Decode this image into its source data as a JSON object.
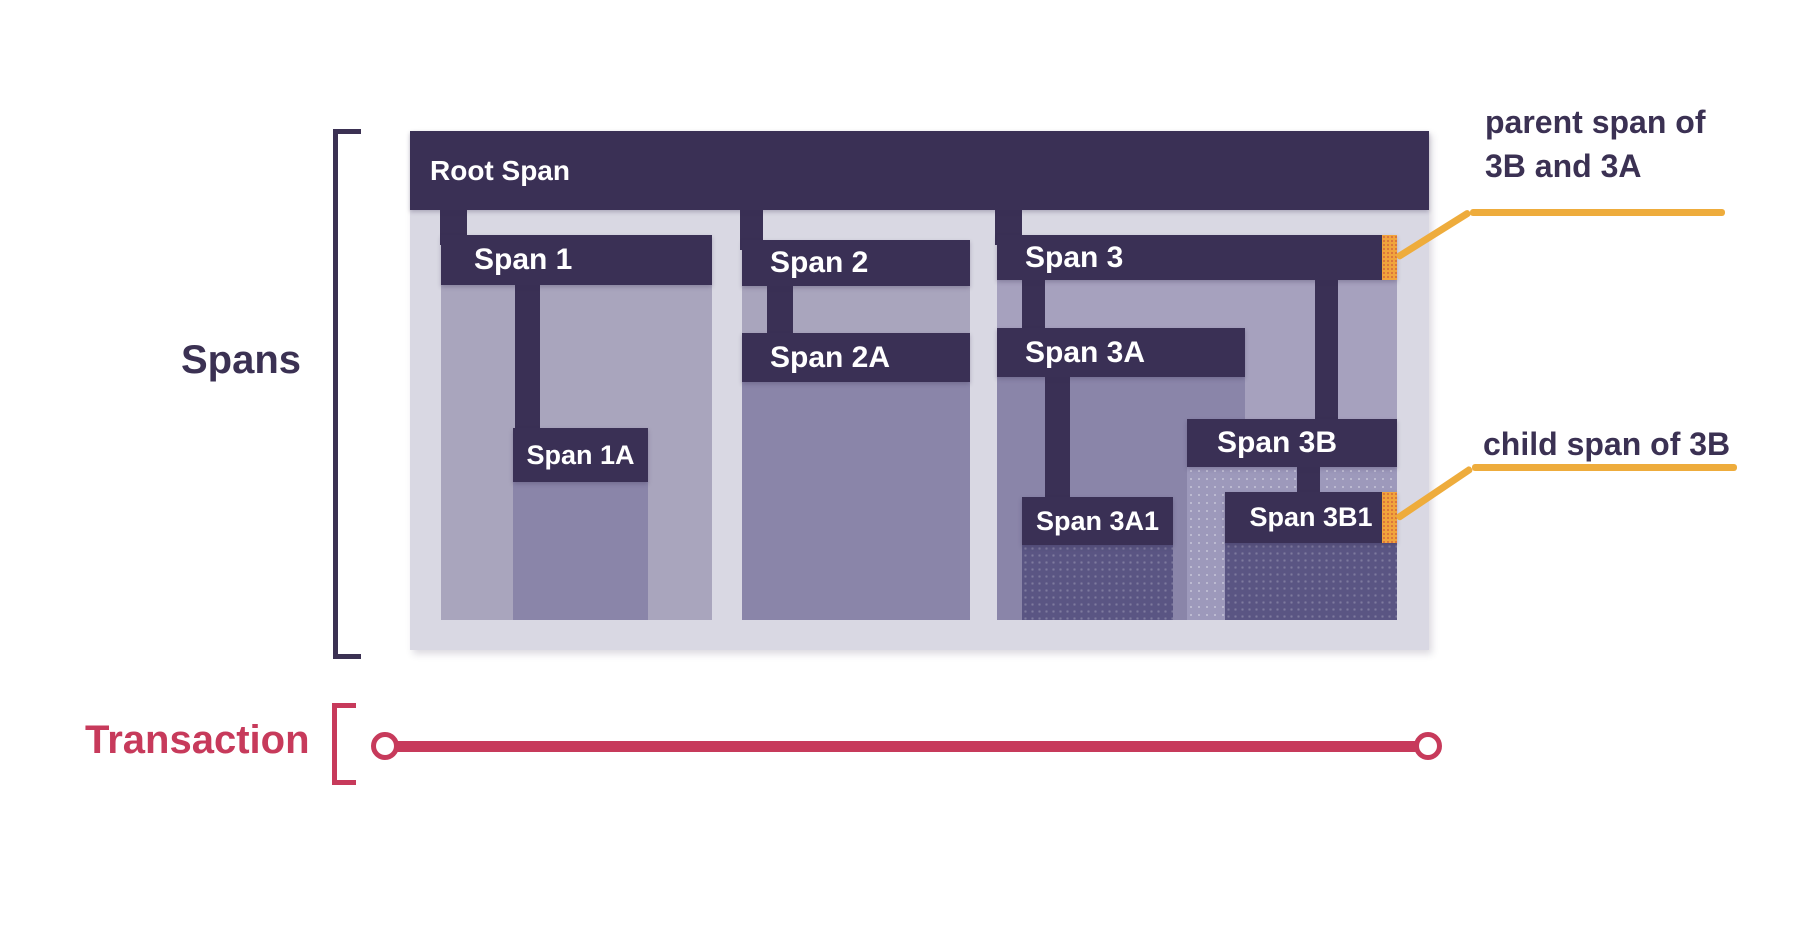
{
  "section_labels": {
    "spans": "Spans",
    "transaction": "Transaction"
  },
  "spans": {
    "root": {
      "label": "Root Span"
    },
    "s1": {
      "label": "Span 1"
    },
    "s1a": {
      "label": "Span 1A"
    },
    "s2": {
      "label": "Span 2"
    },
    "s2a": {
      "label": "Span 2A"
    },
    "s3": {
      "label": "Span 3"
    },
    "s3a": {
      "label": "Span 3A"
    },
    "s3a1": {
      "label": "Span 3A1"
    },
    "s3b": {
      "label": "Span 3B"
    },
    "s3b1": {
      "label": "Span 3B1"
    }
  },
  "annotations": {
    "parent_span": {
      "line1": "parent span of",
      "line2": "3B and 3A"
    },
    "child_span": {
      "text": "child span of 3B"
    }
  },
  "colors": {
    "span_bar": "#3A3055",
    "panel": "#D9D8E3",
    "duration_light": "#A9A5BD",
    "duration_medium": "#8A85A9",
    "duration_span3": "#A6A1BE",
    "duration_3b": "#9D99BB",
    "duration_dark": "#5A5583",
    "marker_orange": "#F1A43C",
    "callout_yellow": "#EEAC3C",
    "transaction_red": "#C73A5B",
    "label_purple": "#3B3153",
    "page_bg": "#FFFFFF"
  }
}
